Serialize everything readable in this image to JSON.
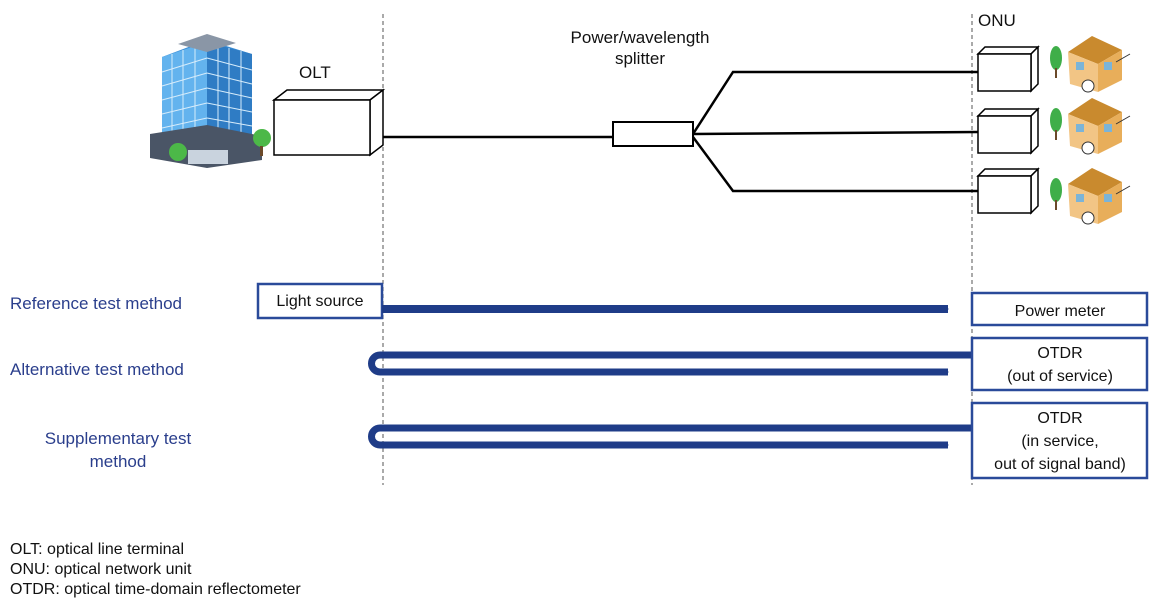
{
  "labels": {
    "olt": "OLT",
    "onu": "ONU",
    "splitter_line1": "Power/wavelength",
    "splitter_line2": "splitter"
  },
  "methods": {
    "reference": "Reference test method",
    "alternative": "Alternative test method",
    "supplementary_line1": "Supplementary test",
    "supplementary_line2": "method"
  },
  "instruments": {
    "light_source": "Light source",
    "power_meter": "Power meter",
    "otdr_out_line1": "OTDR",
    "otdr_out_line2": "(out of service)",
    "otdr_in_line1": "OTDR",
    "otdr_in_line2": "(in service,",
    "otdr_in_line3": "out of signal band)"
  },
  "legend": [
    "OLT: optical line terminal",
    "ONU: optical network unit",
    "OTDR: optical time-domain reflectometer"
  ],
  "colors": {
    "arrow": "#1f3c88",
    "method_text": "#2a3e8c",
    "box_border": "#2a4a9a"
  },
  "icons": [
    "office-building-icon",
    "house-icon"
  ]
}
